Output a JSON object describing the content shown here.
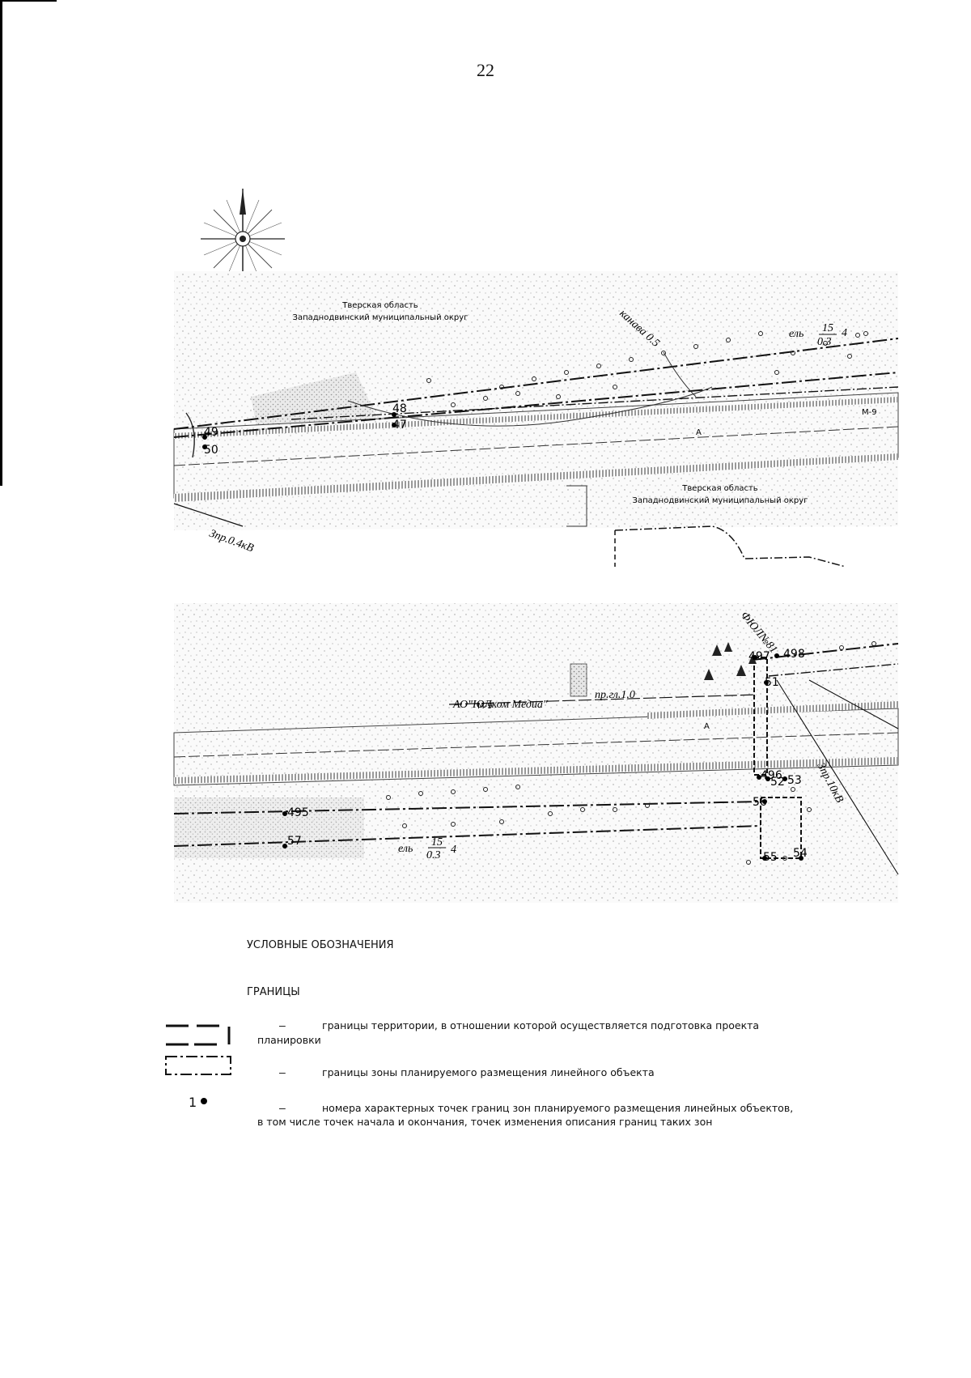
{
  "page": {
    "number": "22"
  },
  "map": {
    "north_symbol": "N-arrow-icon",
    "region_label_1": "Тверская область",
    "region_label_2": "Западнодвинский муниципальный округ",
    "road_label": "М-9",
    "road_marker": "А",
    "ditch_label": "канава 0.5",
    "tree_label_prefix": "ель",
    "tree_label_num": "15",
    "tree_label_den": "0.3",
    "tree_label_suffix": "4",
    "power_line_04": "Зпр.0.4кВ",
    "power_line_10": "Зпр.10кВ",
    "fiber_label": "ФЮЛ№81",
    "company_label": "АО\"ЮЛком Медиа\"",
    "pipe_label": "пр.гл.1.0",
    "points_top": [
      "48",
      "47",
      "49",
      "50"
    ],
    "points_bottom": [
      "497",
      "498",
      "51",
      "496",
      "52",
      "53",
      "56",
      "495",
      "57",
      "55",
      "54"
    ]
  },
  "legend": {
    "title": "УСЛОВНЫЕ ОБОЗНАЧЕНИЯ",
    "section": "ГРАНИЦЫ",
    "dash": "–",
    "item1_line1": "границы территории, в отношении которой осуществляется подготовка проекта",
    "item1_line2": "планировки",
    "item2": "границы зоны планируемого размещения линейного объекта",
    "item3_symbol": "1",
    "item3_line1": "номера характерных точек границ зон планируемого размещения линейных объектов,",
    "item3_line2": "в том числе точек начала и окончания, точек изменения описания границ таких зон"
  }
}
